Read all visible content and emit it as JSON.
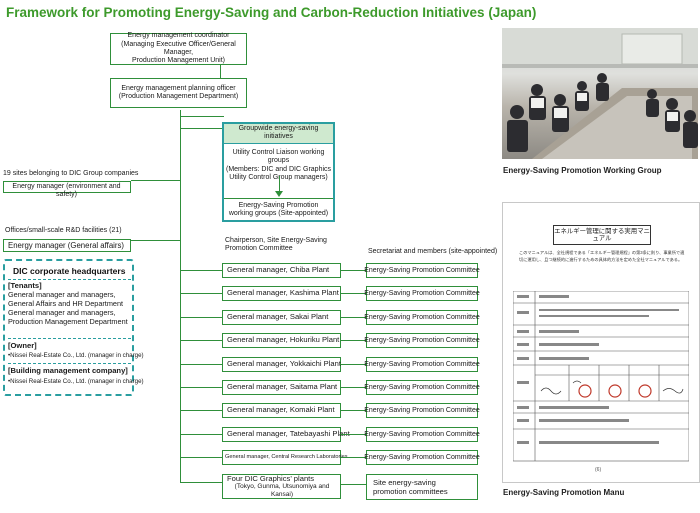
{
  "title": "Framework for Promoting Energy-Saving and Carbon-Reduction Initiatives (Japan)",
  "coordinator": {
    "line1": "Energy management coordinator",
    "line2": "(Managing Executive Officer/General Manager,",
    "line3": "Production Management Unit)"
  },
  "planning_officer": {
    "line1": "Energy management planning officer",
    "line2": "(Production Management Department)"
  },
  "groupwide": {
    "header": "Groupwide energy-saving initiatives",
    "line1": "Utility Control Liaison working groups",
    "line2": "(Members: DIC and DIC Graphics",
    "line3": "Utility Control Group managers)",
    "bottom1": "Energy-Saving Promotion",
    "bottom2": "working groups (Site-appointed)"
  },
  "group_sites": {
    "header": "19 sites belonging to DIC Group companies",
    "manager": "Energy manager (environment and safety)"
  },
  "offices": {
    "header": "Offices/small-scale R&D facilities (21)",
    "manager": "Energy manager (General affairs)"
  },
  "hq": {
    "title": "DIC corporate headquarters",
    "tenants_label": "[Tenants]",
    "tenants_lines": [
      "General manager and managers,",
      "General Affairs and HR Department",
      "General manager and managers,",
      "Production Management Department"
    ],
    "owner_label": "[Owner]",
    "owner_line": "•Nissei Real-Estate Co., Ltd. (manager in charge)",
    "building_label": "[Building management company]",
    "building_line": "•Nissei Real-Estate Co., Ltd. (manager in charge)"
  },
  "col_chair": {
    "line1": "Chairperson, Site Energy-Saving",
    "line2": "Promotion Committee"
  },
  "col_secretariat": "Secretariat and members (site-appointed)",
  "plants": [
    "General manager, Chiba Plant",
    "General manager, Kashima Plant",
    "General manager, Sakai Plant",
    "General manager, Hokuriku Plant",
    "General manager, Yokkaichi Plant",
    "General manager, Saitama Plant",
    "General manager, Komaki Plant",
    "General manager, Tatebayashi Plant",
    "General manager, Central Research Laboratories"
  ],
  "committee_label": "Energy-Saving Promotion Committee",
  "graphics": {
    "line1": "Four DIC Graphics’ plants",
    "line2": "(Tokyo, Gunma, Utsunomiya and Kansai)",
    "committee1": "Site energy-saving",
    "committee2": "promotion committees"
  },
  "photo_caption": "Energy-Saving Promotion Working Group",
  "manual_caption": "Energy-Saving Promotion Manu",
  "manual": {
    "heading": "エネルギー管理に関する実用マニュアル",
    "intro": "このマニュアルは、全社規程である「エネルギー管理規程」の第3条に則り、事業所で適切に運用し、且つ継続的に進行するための具体的方法を定めた全社マニュアルである。"
  },
  "colors": {
    "title_green": "#3d9a2b",
    "line_green": "#2f8f3a",
    "teal": "#2a9ea0"
  }
}
